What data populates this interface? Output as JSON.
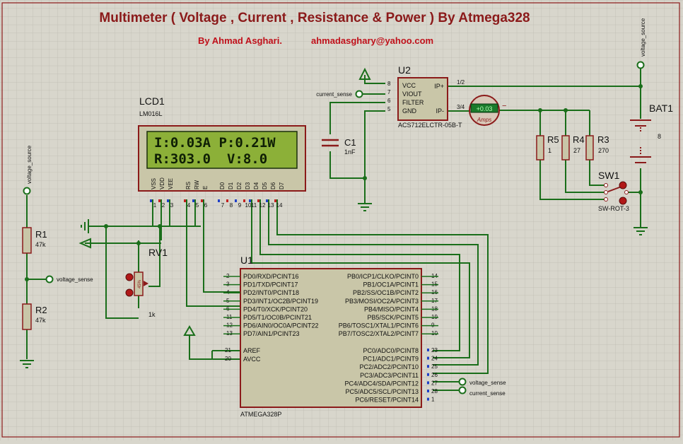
{
  "title": "Multimeter ( Voltage , Current , Resistance & Power ) By Atmega328",
  "author": "By Ahmad Asghari.",
  "email": "ahmadasghary@yahoo.com",
  "colors": {
    "title": "#8b1a1a",
    "wire": "#1a6e1a",
    "component": "#8b1a1a",
    "part_fill": "#c9c6a8",
    "lcd_screen": "#8cb038",
    "grid": "#bdbab0",
    "background": "#d8d6cc"
  },
  "lcd": {
    "ref": "LCD1",
    "model": "LM016L",
    "line1": "I:0.03A P:0.21W",
    "line2": "R:303.0  V:8.0",
    "pin_names": [
      "VSS",
      "VDD",
      "VEE",
      "RS",
      "RW",
      "E",
      "D0",
      "D1",
      "D2",
      "D3",
      "D4",
      "D5",
      "D6",
      "D7"
    ],
    "pin_numbers": [
      "1",
      "2",
      "3",
      "4",
      "5",
      "6",
      "7",
      "8",
      "9",
      "10",
      "11",
      "12",
      "13",
      "14"
    ]
  },
  "u2": {
    "ref": "U2",
    "model": "ACS712ELCTR-05B-T",
    "pins_left": [
      "VCC",
      "VIOUT",
      "FILTER",
      "GND"
    ],
    "pin_numbers_left": [
      "8",
      "7",
      "6",
      "5"
    ],
    "pins_right": [
      "IP+",
      "IP-"
    ],
    "pin_numbers_right": [
      "1/2",
      "3/4"
    ]
  },
  "ammeter": {
    "reading": "+0.03",
    "unit": "Amps",
    "minus": "−"
  },
  "c1": {
    "ref": "C1",
    "value": "1nF"
  },
  "r5": {
    "ref": "R5",
    "value": "1"
  },
  "r4": {
    "ref": "R4",
    "value": "27"
  },
  "r3": {
    "ref": "R3",
    "value": "270"
  },
  "bat1": {
    "ref": "BAT1",
    "value": "8"
  },
  "sw1": {
    "ref": "SW1",
    "model": "SW-ROT-3"
  },
  "r1": {
    "ref": "R1",
    "value": "47k"
  },
  "r2": {
    "ref": "R2",
    "value": "47k"
  },
  "rv1": {
    "ref": "RV1",
    "value": "1k",
    "percent": "45%"
  },
  "u1": {
    "ref": "U1",
    "model": "ATMEGA328P",
    "left_pins": [
      {
        "num": "2",
        "name": "PD0/RXD/PCINT16"
      },
      {
        "num": "3",
        "name": "PD1/TXD/PCINT17"
      },
      {
        "num": "4",
        "name": "PD2/INT0/PCINT18"
      },
      {
        "num": "5",
        "name": "PD3/INT1/OC2B/PCINT19"
      },
      {
        "num": "6",
        "name": "PD4/T0/XCK/PCINT20"
      },
      {
        "num": "11",
        "name": "PD5/T1/OC0B/PCINT21"
      },
      {
        "num": "12",
        "name": "PD6/AIN0/OC0A/PCINT22"
      },
      {
        "num": "13",
        "name": "PD7/AIN1/PCINT23"
      }
    ],
    "left_pins2": [
      {
        "num": "21",
        "name": "AREF"
      },
      {
        "num": "20",
        "name": "AVCC"
      }
    ],
    "right_pins": [
      {
        "num": "14",
        "name": "PB0/ICP1/CLKO/PCINT0"
      },
      {
        "num": "15",
        "name": "PB1/OC1A/PCINT1"
      },
      {
        "num": "16",
        "name": "PB2/SS/OC1B/PCINT2"
      },
      {
        "num": "17",
        "name": "PB3/MOSI/OC2A/PCINT3"
      },
      {
        "num": "18",
        "name": "PB4/MISO/PCINT4"
      },
      {
        "num": "19",
        "name": "PB5/SCK/PCINT5"
      },
      {
        "num": "9",
        "name": "PB6/TOSC1/XTAL1/PCINT6"
      },
      {
        "num": "10",
        "name": "PB7/TOSC2/XTAL2/PCINT7"
      }
    ],
    "right_pins2": [
      {
        "num": "23",
        "name": "PC0/ADC0/PCINT8"
      },
      {
        "num": "24",
        "name": "PC1/ADC1/PCINT9"
      },
      {
        "num": "25",
        "name": "PC2/ADC2/PCINT10"
      },
      {
        "num": "26",
        "name": "PC3/ADC3/PCINT11"
      },
      {
        "num": "27",
        "name": "PC4/ADC4/SDA/PCINT12"
      },
      {
        "num": "28",
        "name": "PC5/ADC5/SCL/PCINT13"
      },
      {
        "num": "1",
        "name": "PC6/RESET/PCINT14"
      }
    ]
  },
  "nets": {
    "voltage_source": "voltage_source",
    "voltage_sense": "voltage_sense",
    "current_sense": "current_sense"
  }
}
